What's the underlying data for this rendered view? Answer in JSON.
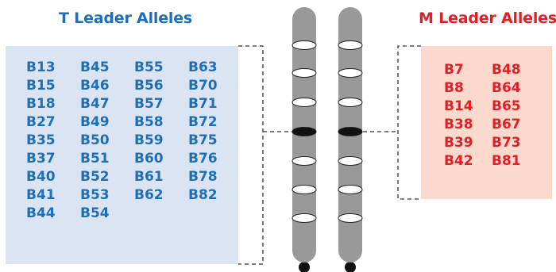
{
  "t_leader": {
    "title": "T Leader Alleles",
    "color": "#1d70b8",
    "alleles": [
      "B13",
      "B45",
      "B55",
      "B63",
      "B15",
      "B46",
      "B56",
      "B70",
      "B18",
      "B47",
      "B57",
      "B71",
      "B27",
      "B49",
      "B58",
      "B72",
      "B35",
      "B50",
      "B59",
      "B75",
      "B37",
      "B51",
      "B60",
      "B76",
      "B40",
      "B52",
      "B61",
      "B78",
      "B41",
      "B53",
      "B62",
      "B82",
      "B44",
      "B54"
    ]
  },
  "m_leader": {
    "title": "M Leader Alleles",
    "color": "#e31e24",
    "alleles": [
      "B7",
      "B48",
      "B8",
      "B64",
      "B14",
      "B65",
      "B38",
      "B67",
      "B39",
      "B73",
      "B42",
      "B81"
    ]
  },
  "chromosome": {
    "count": 2,
    "bands_per_chromosome": 7,
    "highlighted_band": 4,
    "body_color": "#999999",
    "band_color": "#ffffff",
    "highlight_color": "#111111"
  }
}
